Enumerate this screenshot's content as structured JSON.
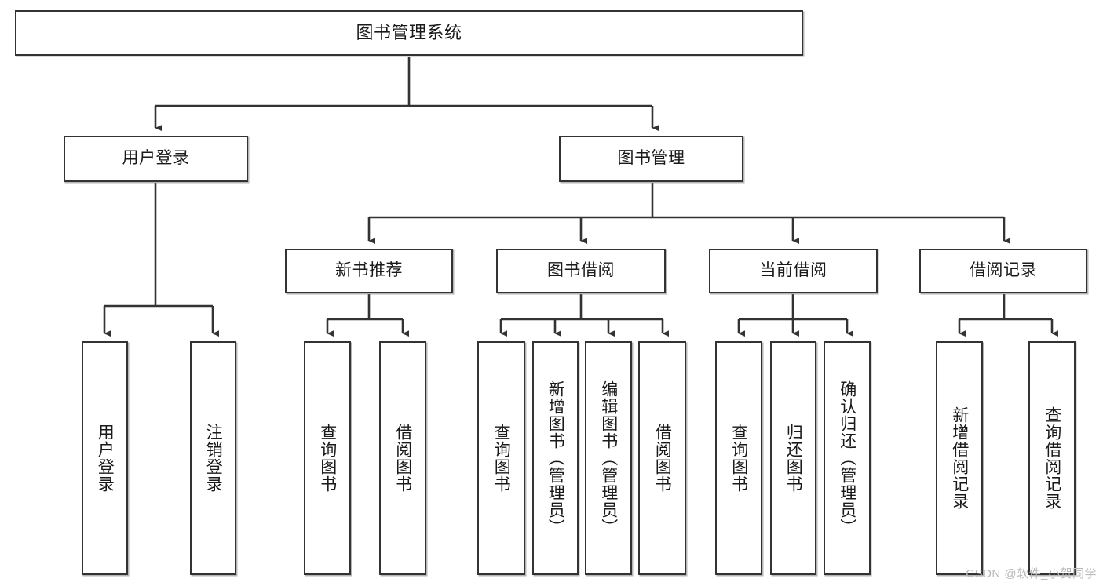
{
  "diagram": {
    "title": "图书管理系统",
    "type": "tree-hierarchy-diagram",
    "accent_color": "#333333",
    "background_color": "#ffffff",
    "watermark": "CSDN @软件_小贺同学",
    "nodes": {
      "root": {
        "label": "图书管理系统"
      },
      "level2": [
        {
          "label": "用户登录"
        },
        {
          "label": "图书管理"
        }
      ],
      "level3": [
        {
          "label": "新书推荐"
        },
        {
          "label": "图书借阅"
        },
        {
          "label": "当前借阅"
        },
        {
          "label": "借阅记录"
        }
      ],
      "leaves_user_login": [
        {
          "label": "用户登录"
        },
        {
          "label": "注销登录"
        }
      ],
      "leaves_new_book": [
        {
          "label": "查询图书"
        },
        {
          "label": "借阅图书"
        }
      ],
      "leaves_borrow": [
        {
          "label": "查询图书"
        },
        {
          "label": "新增图书（管理员）"
        },
        {
          "label": "编辑图书（管理员）"
        },
        {
          "label": "借阅图书"
        }
      ],
      "leaves_current": [
        {
          "label": "查询图书"
        },
        {
          "label": "归还图书"
        },
        {
          "label": "确认归还（管理员）"
        }
      ],
      "leaves_record": [
        {
          "label": "新增借阅记录"
        },
        {
          "label": "查询借阅记录"
        }
      ]
    }
  }
}
